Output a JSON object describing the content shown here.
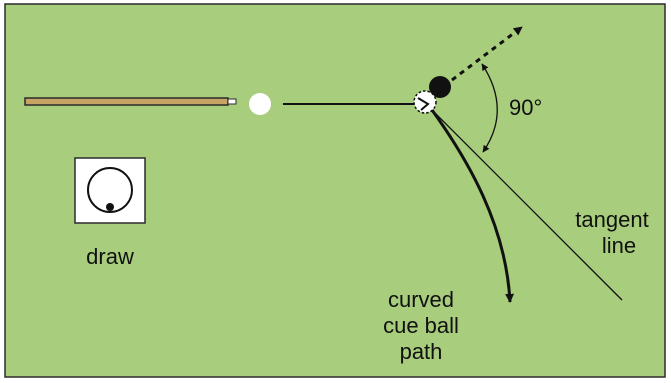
{
  "colors": {
    "background": "#a8cd7c",
    "border": "#2b2b2b",
    "ink": "#111111",
    "cue_stick": "#c7a366",
    "cue_ball": "#ffffff",
    "object_ball": "#111111"
  },
  "labels": {
    "angle": "90°",
    "tangent_line_1": "tangent",
    "tangent_line_2": "line",
    "cue_ball_path_1": "curved",
    "cue_ball_path_2": "cue ball",
    "cue_ball_path_3": "path",
    "draw": "draw"
  },
  "icons": {
    "draw_indicator": "cue-ball-hit-below-center-icon"
  }
}
